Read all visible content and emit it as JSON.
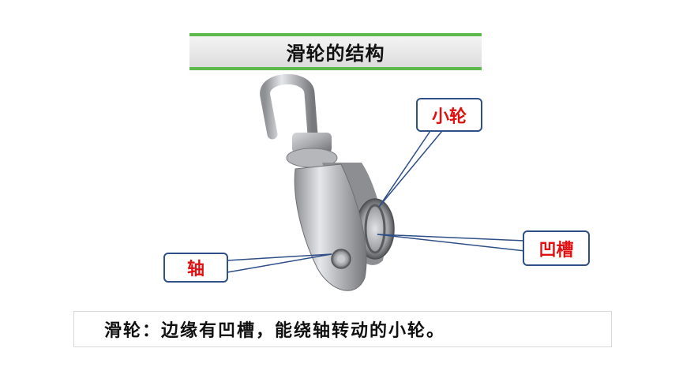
{
  "title": "滑轮的结构",
  "labels": {
    "small_wheel": "小轮",
    "groove": "凹槽",
    "axle": "轴"
  },
  "definition": "滑轮：边缘有凹槽，能绕轴转动的小轮。",
  "colors": {
    "title_accent": "#5cb84a",
    "callout_border": "#2e4f87",
    "callout_text": "#e01010"
  }
}
